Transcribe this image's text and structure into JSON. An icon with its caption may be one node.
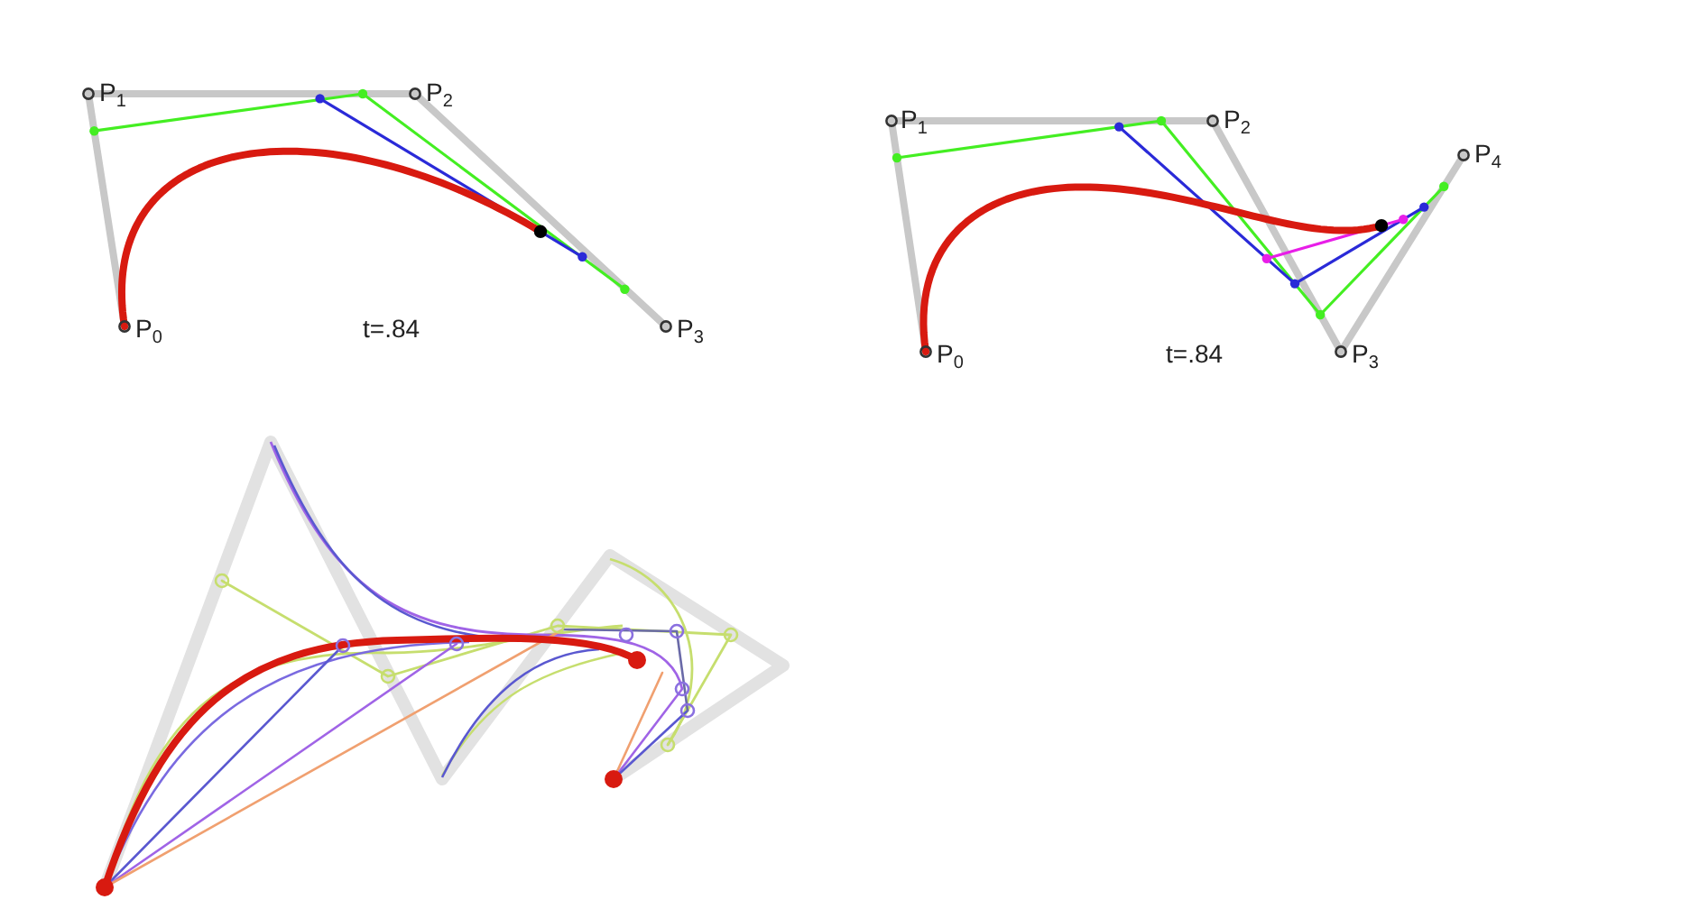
{
  "diagram": {
    "labels": [
      "P$_{1}$",
      "P$_{2}$",
      "P$_{0}$",
      "t=.84",
      "P$_{3}$",
      "P$_{1}$",
      "P$_{2}$",
      "P$_{4}$",
      "P$_{0}$",
      "t=.84",
      "P$_{3}$"
    ]
  }
}
